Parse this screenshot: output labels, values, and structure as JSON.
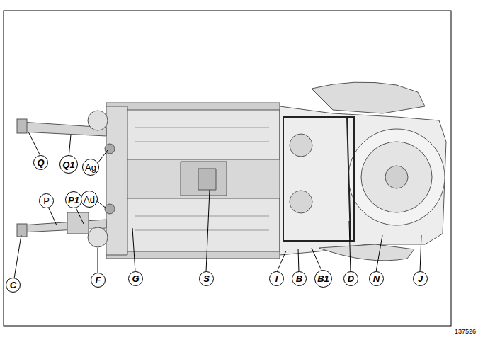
{
  "diagram": {
    "nodes": [
      {
        "text": [
          "Q"
        ]
      },
      {
        "text": [
          "Q1"
        ]
      },
      {
        "text": [
          "Ag"
        ]
      },
      {
        "text": [
          "P"
        ]
      },
      {
        "text": [
          "P1"
        ]
      },
      {
        "text": [
          "Ad"
        ]
      },
      {
        "text": [
          "C"
        ]
      },
      {
        "text": [
          "F"
        ]
      },
      {
        "text": [
          "G"
        ]
      },
      {
        "text": [
          "S"
        ]
      },
      {
        "text": [
          "I"
        ]
      },
      {
        "text": [
          "B"
        ]
      },
      {
        "text": [
          "B1"
        ]
      },
      {
        "text": [
          "D"
        ]
      },
      {
        "text": [
          "N"
        ]
      },
      {
        "text": [
          "J"
        ]
      }
    ],
    "labels": [
      "137526"
    ]
  }
}
